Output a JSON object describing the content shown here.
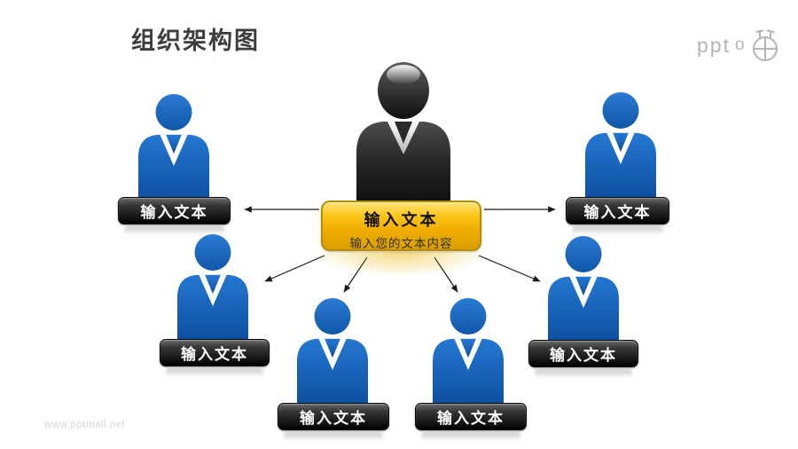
{
  "slide": {
    "title": "组织架构图",
    "watermark": "www.pptmall.net"
  },
  "logo": {
    "ppt_text": "ppt",
    "o_text": "o",
    "icon": "crosshair-circle-icon"
  },
  "org_chart": {
    "leader": {
      "label_title": "输入文本",
      "label_subtitle": "输入您的文本内容"
    },
    "members": [
      {
        "id": "top-left",
        "label": "输入文本"
      },
      {
        "id": "top-right",
        "label": "输入文本"
      },
      {
        "id": "mid-left",
        "label": "输入文本"
      },
      {
        "id": "mid-right",
        "label": "输入文本"
      },
      {
        "id": "bottom-left",
        "label": "输入文本"
      },
      {
        "id": "bottom-right",
        "label": "输入文本"
      }
    ],
    "connectors": {
      "count": 6,
      "type": "arrow",
      "color": "#1a1a1a"
    }
  },
  "colors": {
    "member_blue": "#1565c0",
    "leader_dark": "#2b2b2b",
    "leader_box_gold": "#f0b400",
    "tag_dark": "#1f1f1f",
    "title_gray": "#3d3d3d",
    "logo_gray": "#b4b4b4",
    "watermark_gray": "#d4d4d4"
  }
}
